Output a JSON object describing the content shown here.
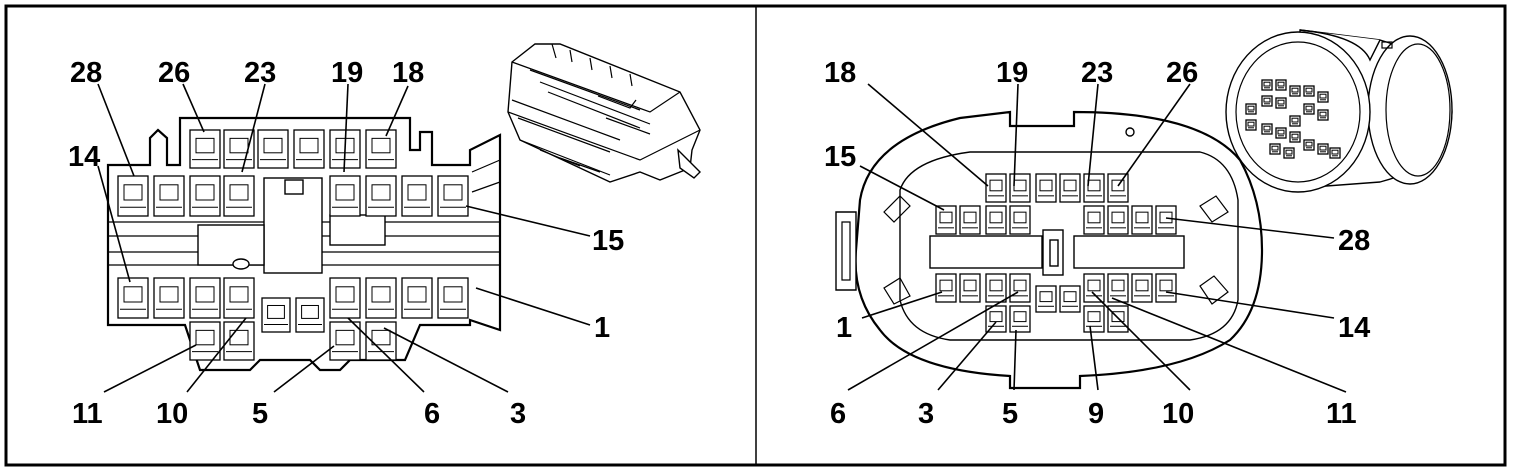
{
  "left_panel": {
    "labels": {
      "pin28": "28",
      "pin26": "26",
      "pin23": "23",
      "pin19": "19",
      "pin18": "18",
      "pin14": "14",
      "pin15": "15",
      "pin1": "1",
      "pin11": "11",
      "pin10": "10",
      "pin5": "5",
      "pin6": "6",
      "pin3": "3"
    }
  },
  "right_panel": {
    "labels": {
      "pin18": "18",
      "pin19": "19",
      "pin23": "23",
      "pin26": "26",
      "pin15": "15",
      "pin28": "28",
      "pin1": "1",
      "pin14": "14",
      "pin6": "6",
      "pin3": "3",
      "pin5": "5",
      "pin9": "9",
      "pin10": "10",
      "pin11": "11"
    }
  },
  "colors": {
    "stroke": "#000000",
    "background": "#ffffff"
  }
}
